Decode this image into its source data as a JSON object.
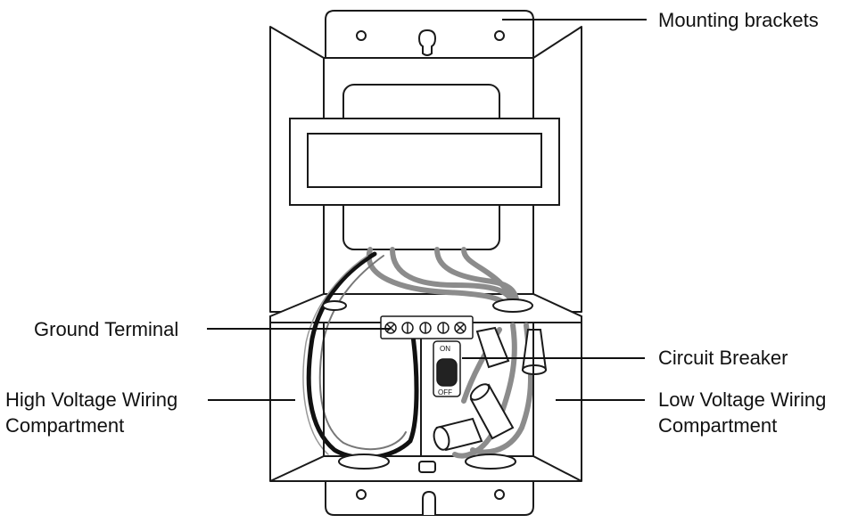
{
  "labels": {
    "mounting_brackets": "Mounting brackets",
    "ground_terminal": "Ground Terminal",
    "circuit_breaker": "Circuit Breaker",
    "high_voltage_line1": "High Voltage Wiring",
    "high_voltage_line2": "Compartment",
    "low_voltage_line1": "Low Voltage Wiring",
    "low_voltage_line2": "Compartment"
  },
  "switch": {
    "on": "ON",
    "off": "OFF"
  }
}
